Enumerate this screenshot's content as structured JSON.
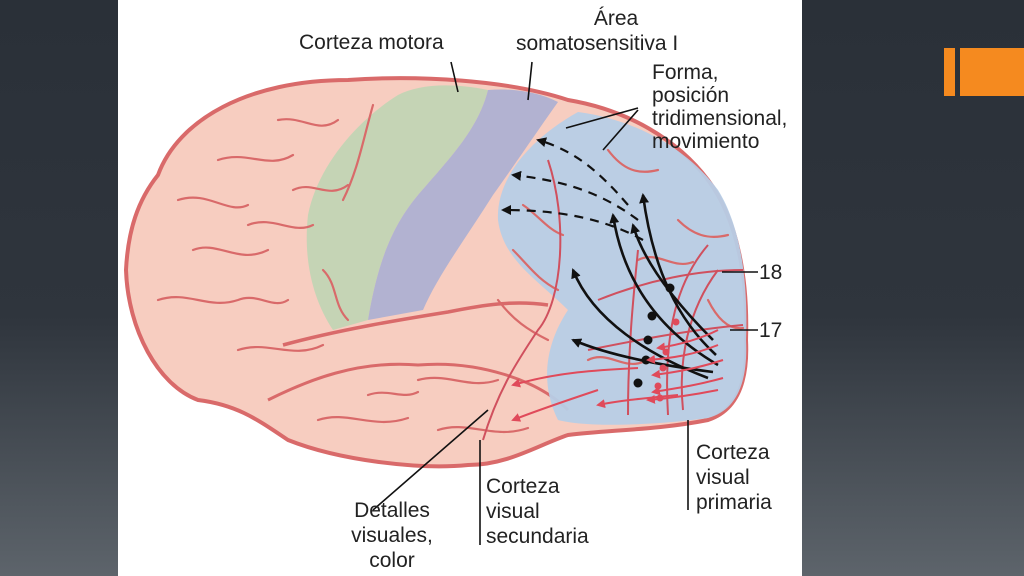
{
  "diagram": {
    "labels": {
      "motor_cortex": "Corteza motora",
      "somatosensory_line1": "Área",
      "somatosensory_line2": "somatosensitiva I",
      "form_line1": "Forma,",
      "form_line2": "posición",
      "form_line3": "tridimensional,",
      "form_line4": "movimiento",
      "area_18": "18",
      "area_17": "17",
      "primary_line1": "Corteza",
      "primary_line2": "visual",
      "primary_line3": "primaria",
      "secondary_line1": "Corteza",
      "secondary_line2": "visual",
      "secondary_line3": "secundaria",
      "details_line1": "Detalles",
      "details_line2": "visuales,",
      "details_line3": "color"
    },
    "colors": {
      "brain_fill": "#f7cdc0",
      "brain_outline": "#d96a6a",
      "motor_area": "#c2d4b4",
      "somatosensory_area": "#aeb0d2",
      "visual_area": "#b7cde6",
      "red_arrows": "#e04a5a",
      "black_arrows": "#111111",
      "accent": "#f58a1f"
    }
  }
}
